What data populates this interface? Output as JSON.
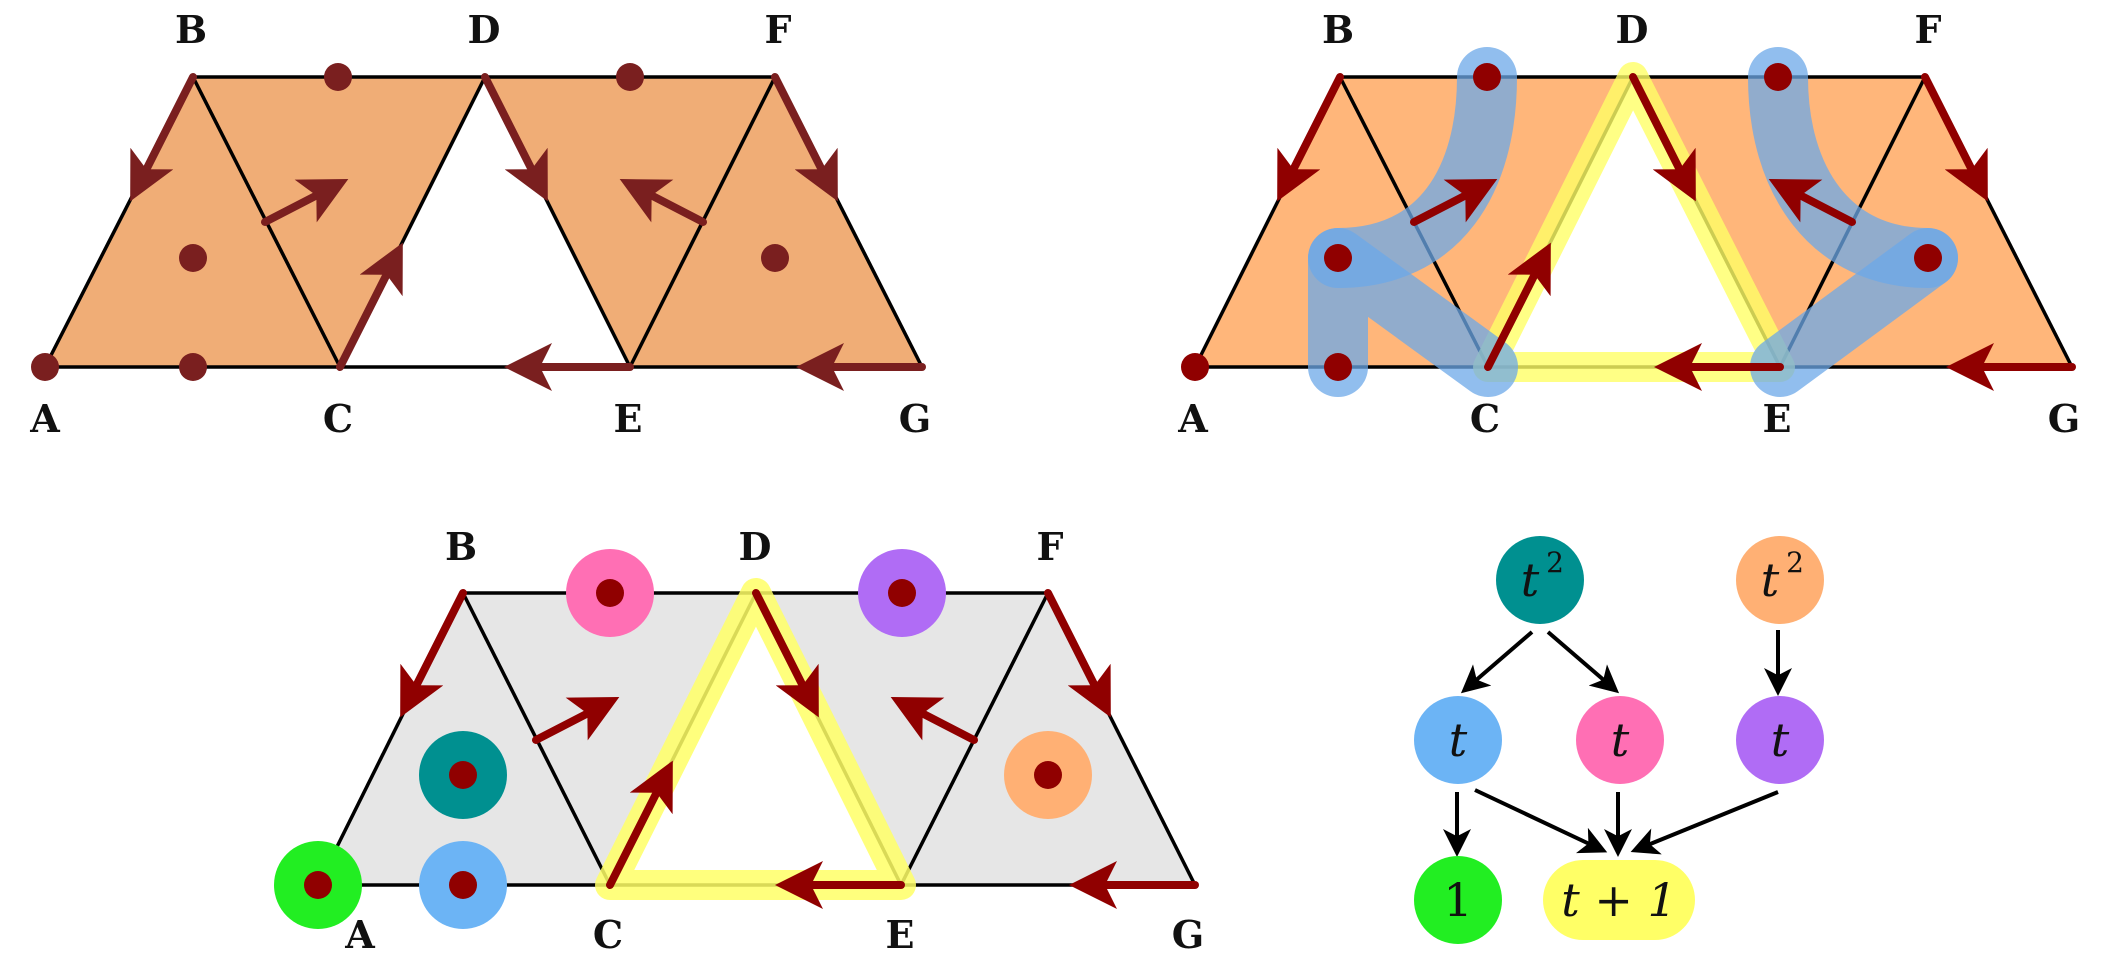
{
  "vertex_labels": [
    "A",
    "B",
    "C",
    "D",
    "E",
    "F",
    "G"
  ],
  "tree": {
    "nodes": [
      {
        "id": "r1",
        "text": "t",
        "sup": "2",
        "color": "#009090"
      },
      {
        "id": "r2",
        "text": "t",
        "sup": "2",
        "color": "#ffb074"
      },
      {
        "id": "m1",
        "text": "t",
        "sup": "",
        "color": "#6cb4f5"
      },
      {
        "id": "m2",
        "text": "t",
        "sup": "",
        "color": "#ff6fb4"
      },
      {
        "id": "m3",
        "text": "t",
        "sup": "",
        "color": "#b06cf5"
      },
      {
        "id": "l1",
        "text": "1",
        "sup": "",
        "color": "#22ee22"
      },
      {
        "id": "l2",
        "text": "t + 1",
        "sup": "",
        "color": "#ffff66"
      }
    ]
  },
  "colors": {
    "panel1_fill": "#f0ad76",
    "panel2_fill": "#ffb67a",
    "panel3_fill": "#e6e6e6",
    "arrow_p1": "#7a1f1f",
    "arrow_p2": "#900000",
    "dot": "#900000",
    "blue_highlight": "#6ca8e8",
    "yellow_highlight": "#ffff66",
    "pink": "#ff6fb4",
    "purple": "#b06cf5",
    "teal": "#009090",
    "orange": "#ffb074",
    "green": "#22ee22",
    "light_blue": "#6cb4f5"
  }
}
